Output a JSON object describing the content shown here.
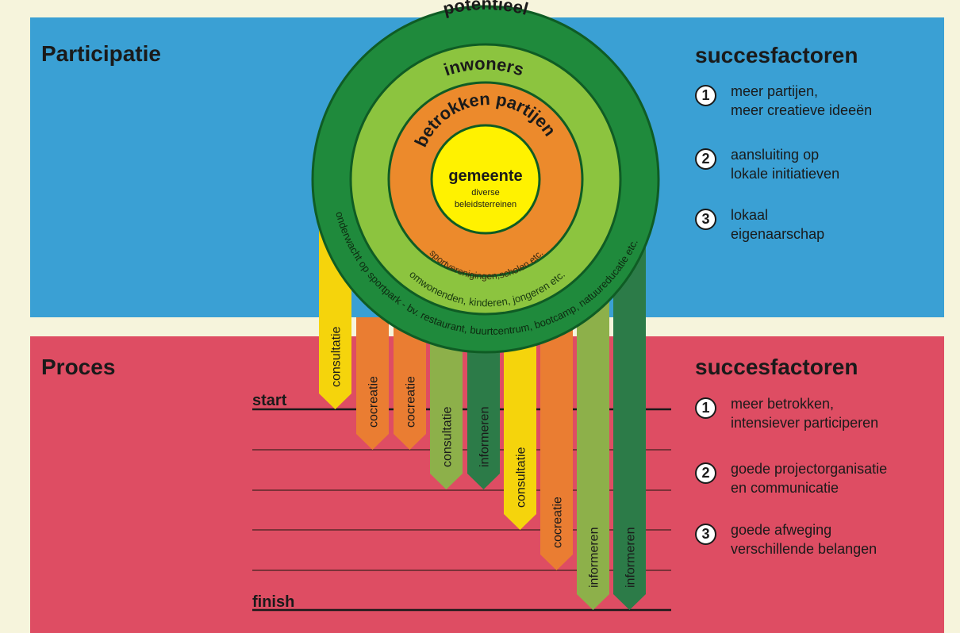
{
  "participatie": {
    "title": "Participatie",
    "succes_title": "succesfactoren",
    "factors": [
      {
        "num": "1",
        "line1": "meer partijen,",
        "line2": "meer creatieve ideeën"
      },
      {
        "num": "2",
        "line1": "aansluiting op",
        "line2": "lokale initiatieven"
      },
      {
        "num": "3",
        "line1": "lokaal",
        "line2": "eigenaarschap"
      }
    ]
  },
  "proces": {
    "title": "Proces",
    "succes_title": "succesfactoren",
    "factors": [
      {
        "num": "1",
        "line1": "meer betrokken,",
        "line2": "intensiever participeren"
      },
      {
        "num": "2",
        "line1": "goede projectorganisatie",
        "line2": "en communicatie"
      },
      {
        "num": "3",
        "line1": "goede afweging",
        "line2": "verschillende belangen"
      }
    ],
    "start_label": "start",
    "finish_label": "finish"
  },
  "circles": {
    "potentieel": "potentieel",
    "potentieel_sub": "onderwacht op sportpark - bv. restaurant, buurtcentrum, bootcamp, natuureducatie etc.",
    "inwoners": "inwoners",
    "inwoners_sub": "omwonenden, kinderen, jongeren etc.",
    "betrokken": "betrokken partijen",
    "betrokken_sub": "sportverenigingen,scholen etc.",
    "gemeente": "gemeente",
    "gemeente_sub1": "diverse",
    "gemeente_sub2": "beleidsterreinen"
  },
  "arrows": [
    {
      "label": "consultatie",
      "color": "#f5d40c"
    },
    {
      "label": "cocreatie",
      "color": "#ea7d32"
    },
    {
      "label": "cocreatie",
      "color": "#ea7d32"
    },
    {
      "label": "consultatie",
      "color": "#8db04a"
    },
    {
      "label": "informeren",
      "color": "#2c7b48"
    },
    {
      "label": "consultatie",
      "color": "#f5d40c"
    },
    {
      "label": "cocreatie",
      "color": "#ea7d32"
    },
    {
      "label": "informeren",
      "color": "#8db04a"
    },
    {
      "label": "informeren",
      "color": "#2c7b48"
    }
  ],
  "colors": {
    "background": "#f6f4dc",
    "blue_panel": "#3aa0d4",
    "red_panel": "#de4d63",
    "dark_green": "#1f8a3c",
    "light_green": "#8cc43f",
    "orange": "#ec8a2c",
    "yellow": "#fff200"
  }
}
